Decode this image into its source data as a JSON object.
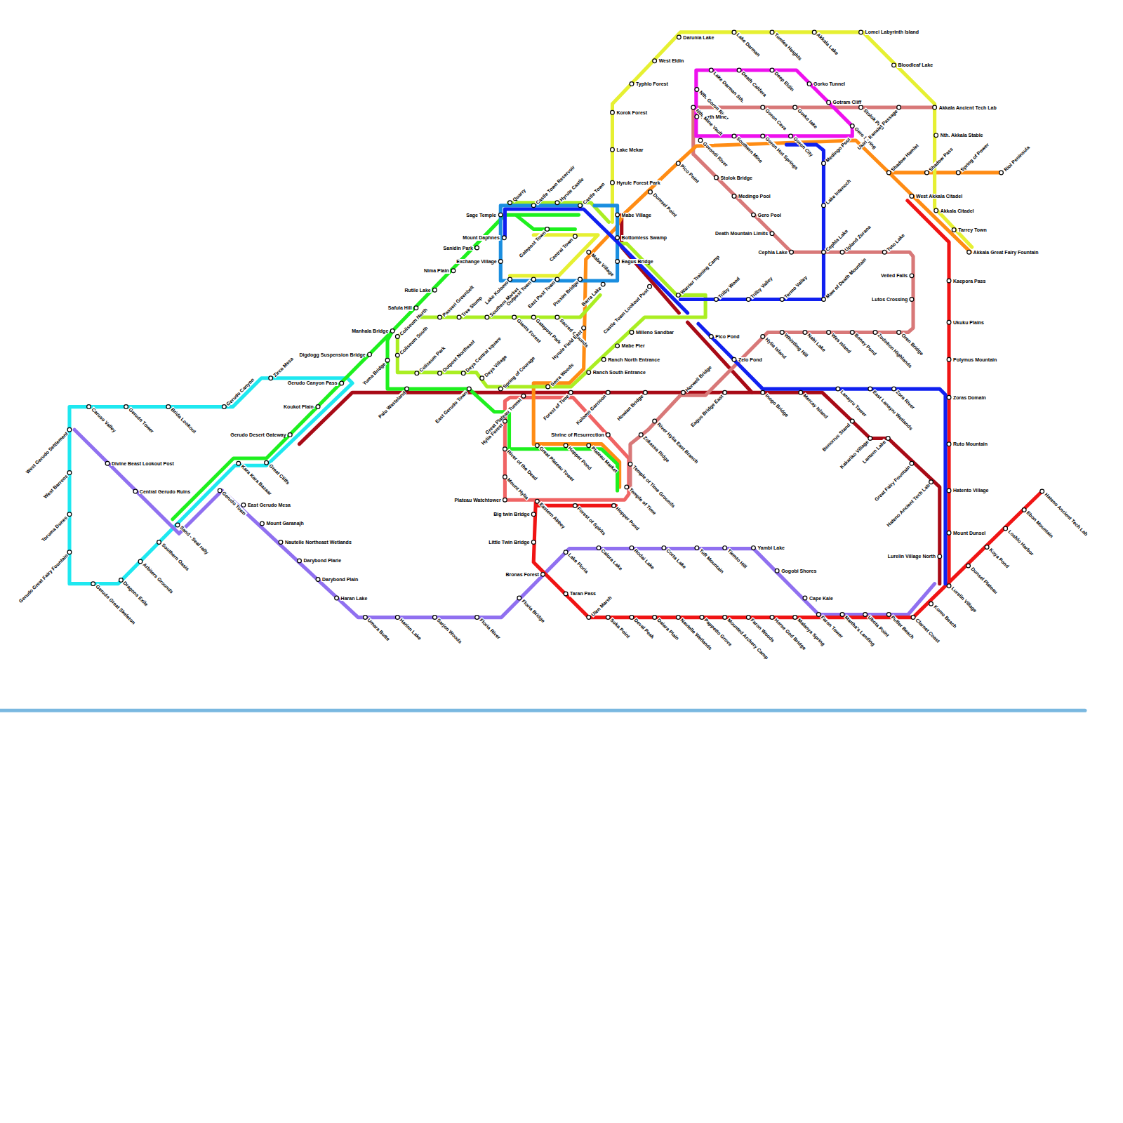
{
  "diagram": {
    "labels": [
      "Gerudo Canyon",
      "Zirco Mesa",
      "Gerudo Canyon Pass",
      "Caruso Valley",
      "Gerudo Tower",
      "Brida Lookout",
      "West Gerudo Settlement",
      "West Barrens",
      "Toruma Dunes",
      "Gerudo Great Fairy Fountain",
      "Gerudo Great Skeleton",
      "Dragons Exile",
      "Arbiters Grounds",
      "Southern Oasis",
      "Great Cliffs",
      "Koukot Plain",
      "Sanidin Park",
      "Nima Plain",
      "Rutile Lake",
      "Safula Hill",
      "Manhala Bridge",
      "Digdogg Suspension Bridge",
      "Gerudo Desert Gateway",
      "Kara Kara Bazaar",
      "Sand - Seal rally",
      "Gerudo Town",
      "Yuma Bridge",
      "Palu Wasteland",
      "East Gerudo Town",
      "Hylia Forest",
      "Great Plateau Tunnel",
      "Coliseum North",
      "Coliseum South",
      "Coliseum Park",
      "Outpost Northeast",
      "Deya Central square",
      "Deya Village",
      "Spring of Courage",
      "Passeri Greenbelt",
      "Tree Stump",
      "Southern Market",
      "Giants Forest",
      "Gatepost Park",
      "Sacred Grounds",
      "Milleno Sandbar",
      "Mabe Pier",
      "Ranch North Entrance",
      "Ranch South Entrance",
      "Warrior Training Camp",
      "Castle Town Lookout Post",
      "Sage Temple",
      "Mount Daphnes",
      "Exchange Village",
      "Lake Kolomo",
      "Outpost Town",
      "East Post Town",
      "Proxim Bridge",
      "Quarry",
      "Castle Town Reservoir",
      "Hyrule Castle",
      "Castle Town",
      "Gatepost Town",
      "Central Town",
      "Mabe Village",
      "Bottomless Swamp",
      "Eagus Bridge",
      "Mabe Village",
      "Barra Lake",
      "Hyrule Field East",
      "Korok Forest",
      "Lake Mekar",
      "Hyrule Forest Park",
      "Typhlo Forest",
      "West Eldin",
      "Darunia Lake",
      "Lake Darman",
      "Tumlea Heights",
      "Akkala Lake",
      "Lomei Labyrinth Island",
      "Bloodleaf Lake",
      "Akkala Ancient Tech Lab",
      "Nth. Akkala Stable",
      "West Akkala Citadel",
      "Akkala Citadel",
      "Tarrey Town",
      "Akkala Great Fairy Fountain",
      "Lake Darman Sth.",
      "Death Caldera",
      "Deep Eldin",
      "Gorko Tunnel",
      "Gotram Cliff",
      "Gero Spring",
      "Nth. Goron River",
      "North Mine",
      "Southern Mine",
      "Goron Hot Springs",
      "Goron City",
      "Nth. Mine Vault",
      "Goron Cave",
      "Gorko lake",
      "Stolok Path",
      "Ukiri - Kanalet Passage",
      "Stolok Bridge",
      "Medingo Pool",
      "Gero Pool",
      "Death Mountain Limits",
      "Cephla Lake",
      "Cephla Lake",
      "Upland Zorana",
      "Toto Lake",
      "Veiled Falls",
      "Lutos Crossing",
      "Oren Bridge",
      "Zodobon Highlands",
      "Boney Pond",
      "Wes Island",
      "Nabi Lake",
      "Whistling Hill",
      "Hylia Island",
      "Zelo Pond",
      "Horwell Bridge",
      "River Hylia East Branch",
      "Zokassa Ridge",
      "Temple of Time Grounds",
      "Trilby Wood",
      "Trilby Valley",
      "Termo Valley",
      "Maw of Death Mountain",
      "Lake Intenoch",
      "Medingo Pool",
      "Pico Pond",
      "Inogo Bridge",
      "Mercay Island",
      "Lanayru Tower",
      "East Lanayru Wetlands",
      "Zora River",
      "Zoras Domain",
      "Ruto Mountain",
      "Hatento Village",
      "Mount Dunsel",
      "Bonorrus Stand",
      "Kakariko Village",
      "Lantern Lake",
      "Great Fairy Fountain",
      "Hateno Ancient Tech Lab",
      "Lurelin Village North",
      "Howlan Bridge",
      "Kolomo Garrison",
      "Eagus Bridge East",
      "Forest of Time",
      "Serra Woods",
      "Kaepora Pass",
      "Ukuku Plains",
      "Polymus Mountain",
      "Lurelin Village",
      "Komo Beach",
      "Dunsel Plateau",
      "Koya Pond",
      "Loshlo Harbor",
      "Ebon Mountain",
      "Hateno Ancient Tech Lab",
      "Big twin Bridge",
      "Little Twin Bridge",
      "Bronas Forest",
      "Taran Pass",
      "Ulen Marsh",
      "Soka Point",
      "Deval Peak",
      "Daiara Plain",
      "Nautelle Wetlands",
      "Pappetto Grove",
      "Mounted Archery Camp",
      "Faron Woods",
      "Horse God Bridge",
      "Malanya Spring",
      "Faron Tower",
      "Martha's Landing",
      "Ubota Point",
      "Puffer Beach",
      "Clarnet Coast",
      "Eastern Abbey",
      "Forest of Spirits",
      "Hopper Pond",
      "River of the Dead",
      "Mount Hylia",
      "Plateau Watchtower",
      "Shrine of Resurrection",
      "Temple of Time",
      "Great Plateau Tower",
      "Hopper Pond",
      "Plateau Market",
      "Dumsel Point",
      "Pico Point",
      "Gorondi River",
      "Shadow Hamlet",
      "Shadow Pass",
      "Spring of Power",
      "Riol Peninsula",
      "Divine Beast Lookout Post",
      "Central Gerudo Ruins",
      "East Gerudo Mesa",
      "Mount Garanajh",
      "Nautelle Northeast Wetlands",
      "Darybond Plarie",
      "Darybond Plain",
      "Haran Lake",
      "Umara Butte",
      "Harinn Lake",
      "Sarjon Woods",
      "Floria River",
      "Floria Bridge",
      "Lake Floria",
      "Calora Lake",
      "Rodai Lake",
      "Corta Lake",
      "Tuft Mountain",
      "Tiemto Hill",
      "Yambi Lake",
      "Gogobi Shores",
      "Cape Kale"
    ]
  }
}
